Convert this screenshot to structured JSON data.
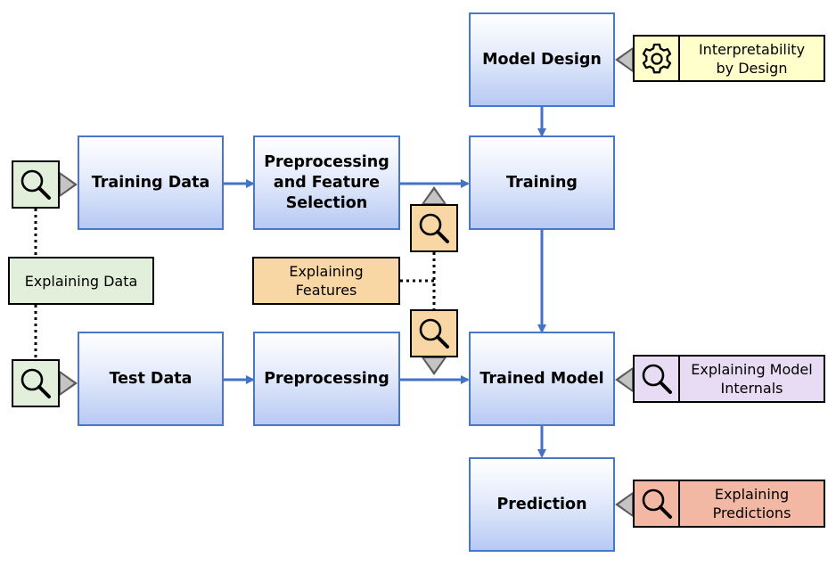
{
  "colors": {
    "box_border": "#4a76c8",
    "box_fill_top": "#ffffff",
    "box_fill_bottom": "#b7c9f3",
    "arrow": "#4472c4",
    "data_explain": "#e2efda",
    "feature_explain": "#f8d7a5",
    "design_explain": "#ffffcc",
    "internals_explain": "#e8dcf5",
    "prediction_explain": "#f2b8a4"
  },
  "icons": {
    "search": "magnifier-icon",
    "design": "gear-icon",
    "pointer": "triangle-pointer-icon"
  },
  "nodes": {
    "model_design": "Model Design",
    "training_data": "Training Data",
    "preprocessing_fs": [
      "Preprocessing",
      "and Feature",
      "Selection"
    ],
    "training": "Training",
    "test_data": "Test Data",
    "preprocessing": "Preprocessing",
    "trained_model": "Trained Model",
    "prediction": "Prediction"
  },
  "explanations": {
    "by_design": [
      "Interpretability",
      "by Design"
    ],
    "data": "Explaining Data",
    "features": [
      "Explaining",
      "Features"
    ],
    "internals": [
      "Explaining Model",
      "Internals"
    ],
    "predictions": [
      "Explaining",
      "Predictions"
    ]
  }
}
